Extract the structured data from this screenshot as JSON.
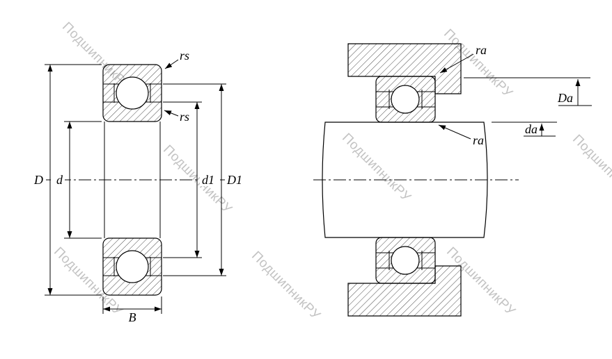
{
  "watermark": {
    "text": "ПодшипникРУ"
  },
  "left_view": {
    "labels": {
      "rs_outer": "rs",
      "rs_inner": "rs",
      "outer_diameter": "D",
      "bore_diameter": "d",
      "inner_shoulder_diameter": "d1",
      "outer_shoulder_diameter": "D1",
      "width": "B"
    }
  },
  "right_view": {
    "labels": {
      "ra_housing": "ra",
      "ra_shaft": "ra",
      "housing_abutment_diameter": "Da",
      "shaft_abutment_diameter": "da"
    }
  },
  "colors": {
    "line": "#000000",
    "background": "#ffffff",
    "watermark": "#c3c3c3"
  }
}
